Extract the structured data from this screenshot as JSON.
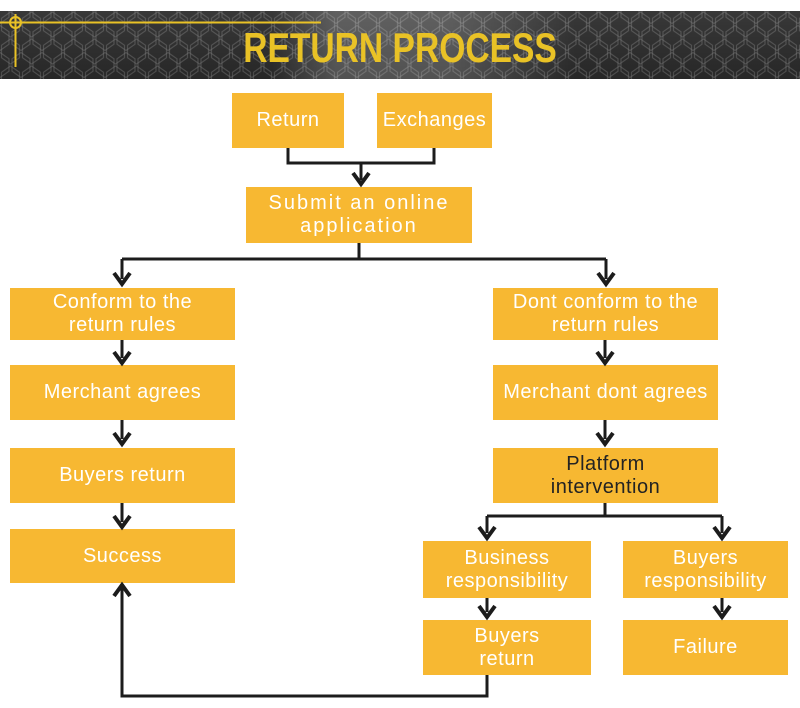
{
  "header": {
    "title": "RETURN PROCESS"
  },
  "theme": {
    "box_color": "#F7B832",
    "line_color": "#1C1C1C",
    "title_color": "#E9C226",
    "banner_bg": "#272727",
    "box_text_light": "#FFFFFF",
    "box_text_dark": "#232323"
  },
  "flow": {
    "boxes": [
      {
        "id": "return",
        "label": [
          "Return"
        ]
      },
      {
        "id": "exchanges",
        "label": [
          "Exchanges"
        ]
      },
      {
        "id": "submit-application",
        "label": [
          "Submit an online",
          "application"
        ]
      },
      {
        "id": "conform-rules",
        "label": [
          "Conform to the",
          "return rules"
        ]
      },
      {
        "id": "dont-conform-rules",
        "label": [
          "Dont conform to the",
          "return rules"
        ]
      },
      {
        "id": "merchant-agrees",
        "label": [
          "Merchant agrees"
        ]
      },
      {
        "id": "merchant-dont-agrees",
        "label": [
          "Merchant dont agrees"
        ]
      },
      {
        "id": "buyers-return-left",
        "label": [
          "Buyers return"
        ]
      },
      {
        "id": "platform-intervention",
        "label": [
          "Platform",
          "intervention"
        ]
      },
      {
        "id": "success",
        "label": [
          "Success"
        ]
      },
      {
        "id": "business-responsibility",
        "label": [
          "Business",
          "responsibility"
        ]
      },
      {
        "id": "buyers-responsibility",
        "label": [
          "Buyers",
          "responsibility"
        ]
      },
      {
        "id": "buyers-return-bottom",
        "label": [
          "Buyers",
          "return"
        ]
      },
      {
        "id": "failure",
        "label": [
          "Failure"
        ]
      }
    ],
    "edges": [
      {
        "from": "return",
        "to": "submit-application"
      },
      {
        "from": "exchanges",
        "to": "submit-application"
      },
      {
        "from": "submit-application",
        "to": "conform-rules"
      },
      {
        "from": "submit-application",
        "to": "dont-conform-rules"
      },
      {
        "from": "conform-rules",
        "to": "merchant-agrees"
      },
      {
        "from": "merchant-agrees",
        "to": "buyers-return-left"
      },
      {
        "from": "buyers-return-left",
        "to": "success"
      },
      {
        "from": "dont-conform-rules",
        "to": "merchant-dont-agrees"
      },
      {
        "from": "merchant-dont-agrees",
        "to": "platform-intervention"
      },
      {
        "from": "platform-intervention",
        "to": "business-responsibility"
      },
      {
        "from": "platform-intervention",
        "to": "buyers-responsibility"
      },
      {
        "from": "business-responsibility",
        "to": "buyers-return-bottom"
      },
      {
        "from": "buyers-responsibility",
        "to": "failure"
      },
      {
        "from": "buyers-return-bottom",
        "to": "success"
      }
    ]
  }
}
